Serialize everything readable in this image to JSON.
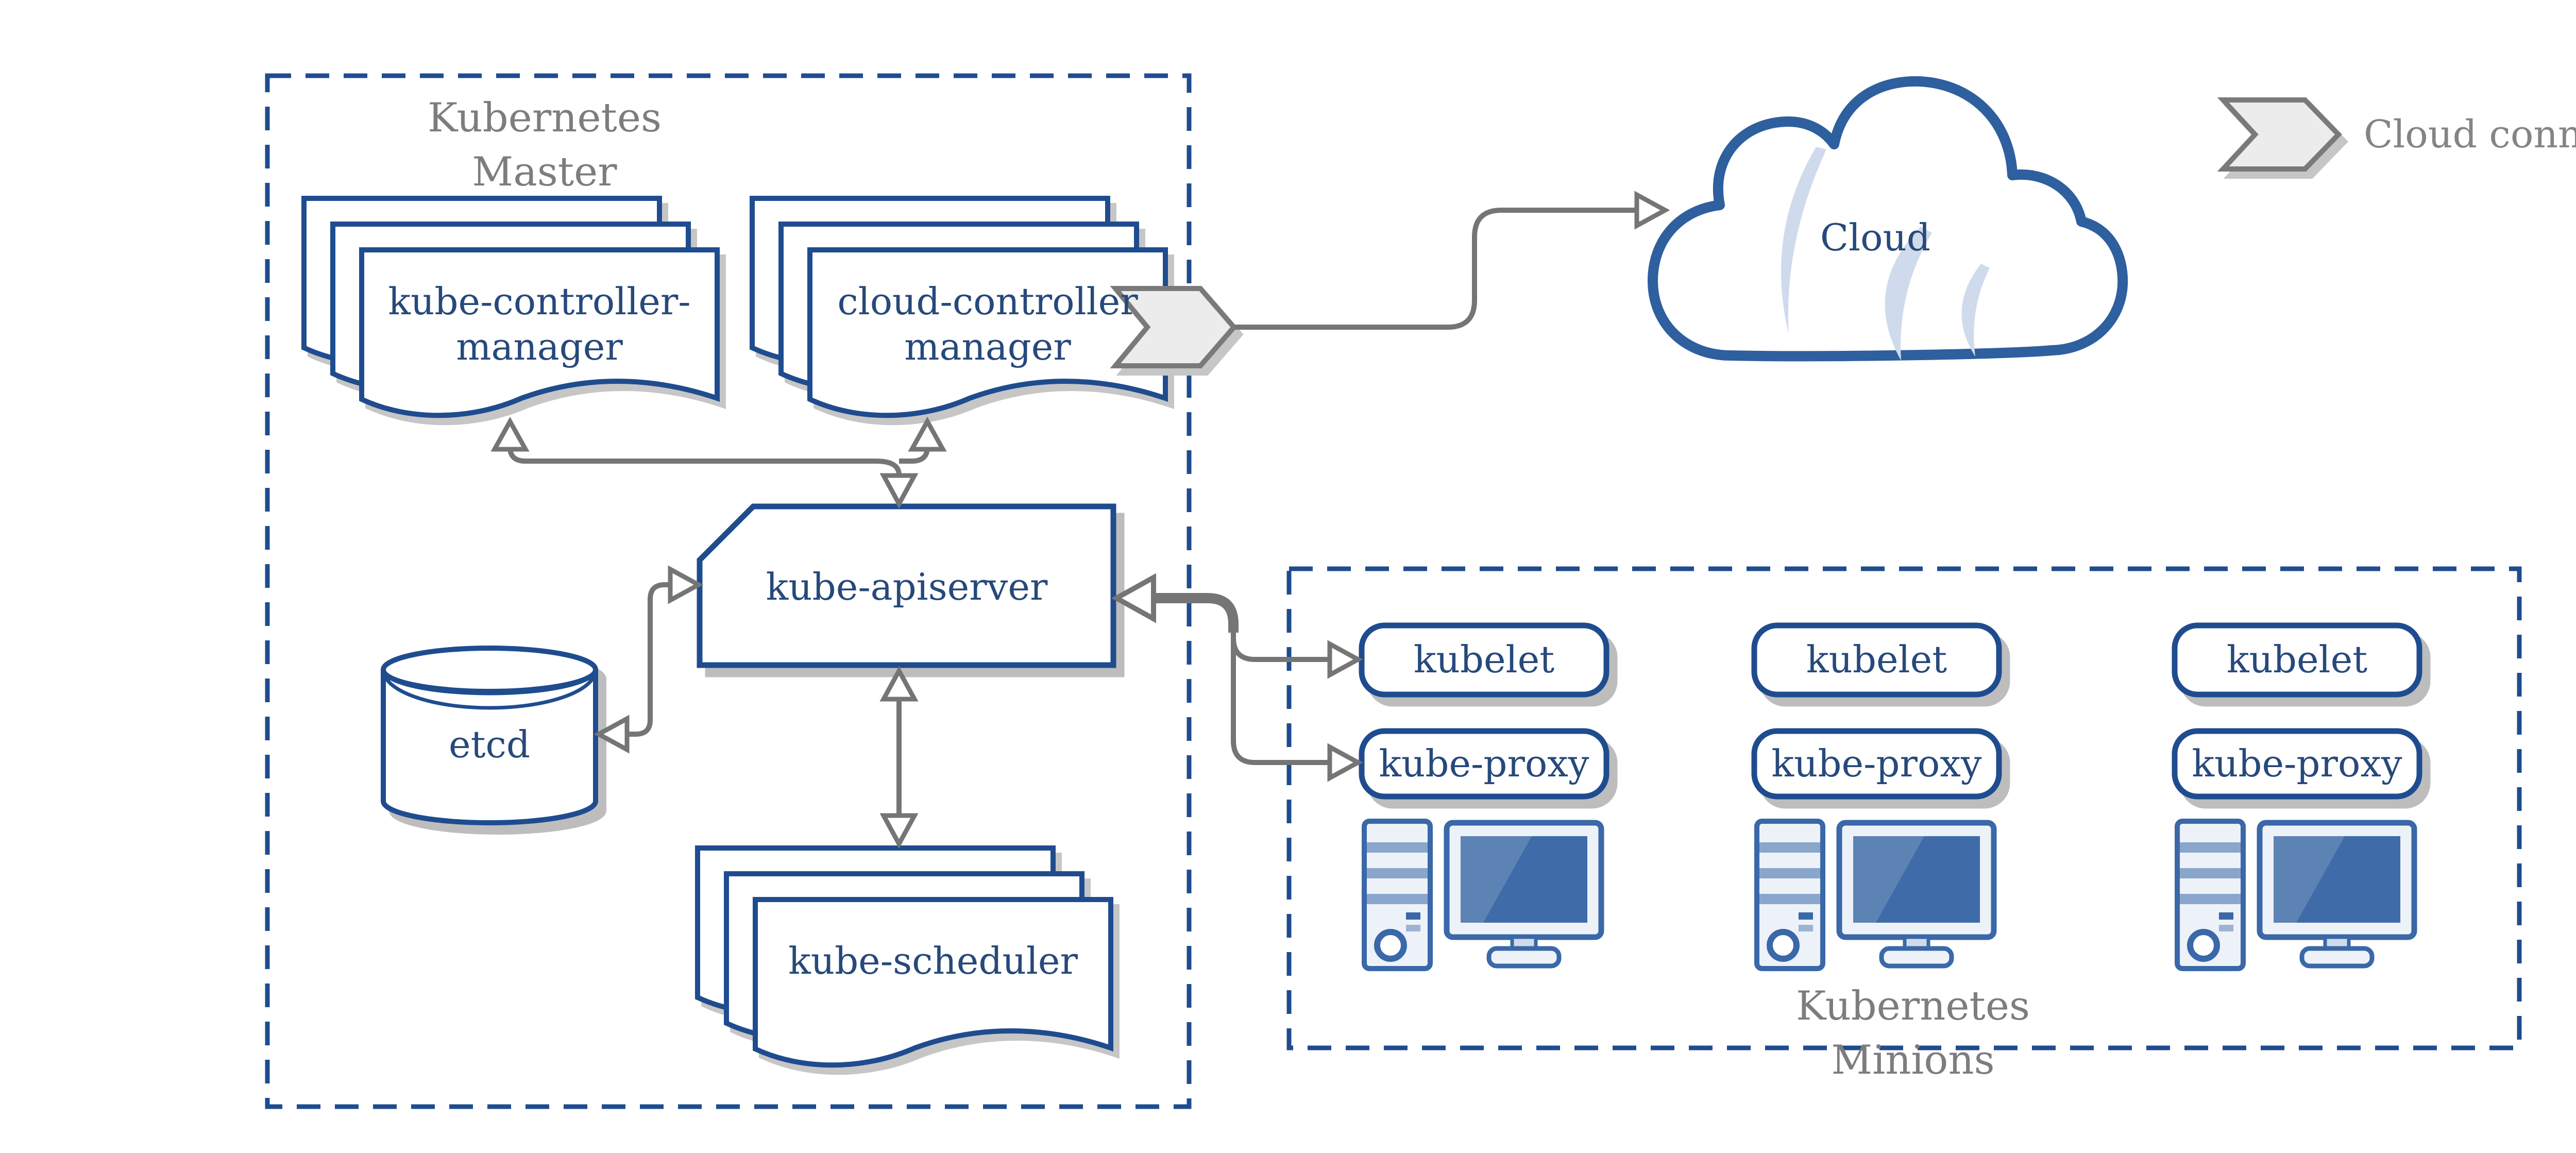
{
  "master": {
    "label": "Kubernetes\nMaster",
    "kube_controller_manager": "kube-controller-\nmanager",
    "cloud_controller_manager": "cloud-controller\nmanager",
    "kube_apiserver": "kube-apiserver",
    "etcd": "etcd",
    "kube_scheduler": "kube-scheduler"
  },
  "cloud": {
    "label": "Cloud"
  },
  "legend": {
    "cloud_connector": "Cloud connector"
  },
  "minions": {
    "label": "Kubernetes\nMinions",
    "nodes": [
      {
        "kubelet": "kubelet",
        "kube_proxy": "kube-proxy"
      },
      {
        "kubelet": "kubelet",
        "kube_proxy": "kube-proxy"
      },
      {
        "kubelet": "kubelet",
        "kube_proxy": "kube-proxy"
      }
    ]
  },
  "icons": {
    "cloud": "cloud-icon",
    "cloud_connector": "chevron-arrow-icon",
    "etcd": "database-cylinder-icon",
    "controller_stack": "document-stack-icon",
    "node_machine": "workstation-icon"
  },
  "colors": {
    "navy": "#1f4c8f",
    "text_navy": "#27497b",
    "label_gray": "#7d7d7d",
    "arrow_gray": "#757575",
    "shadow_gray": "#bdbdbd",
    "icon_blue": "#3a68a8",
    "screen_blue": "#3f6ca8",
    "screen_highlight": "#5d83b5",
    "light_blue": "#cfdbec",
    "chevron_fill": "#ececec"
  }
}
